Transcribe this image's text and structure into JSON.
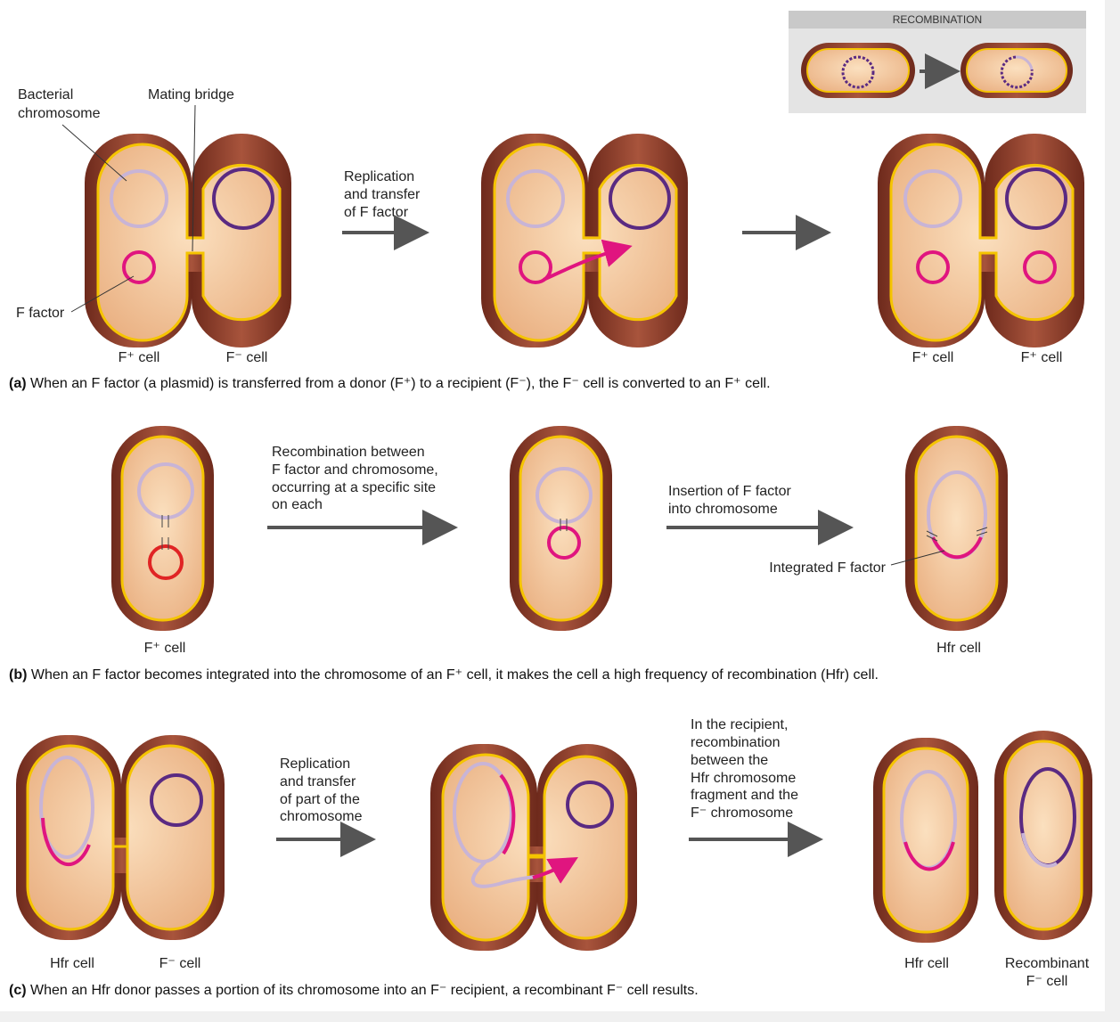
{
  "inset": {
    "title": "RECOMBINATION"
  },
  "panel_a": {
    "bacterial_chromosome_line1": "Bacterial",
    "bacterial_chromosome_line2": "chromosome",
    "mating_bridge": "Mating bridge",
    "f_factor": "F factor",
    "step1_line1": "Replication",
    "step1_line2": "and transfer",
    "step1_line3": "of F factor",
    "cell_fplus": "F⁺ cell",
    "cell_fminus": "F⁻ cell",
    "caption_letter": "(a)",
    "caption_text": " When an F factor (a plasmid) is transferred from a donor (F⁺) to a recipient (F⁻), the F⁻ cell is converted to an F⁺ cell."
  },
  "panel_b": {
    "step1_line1": "Recombination between",
    "step1_line2": "F factor and chromosome,",
    "step1_line3": "occurring at a specific site",
    "step1_line4": "on each",
    "step2_line1": "Insertion of F factor",
    "step2_line2": "into chromosome",
    "integrated": "Integrated F factor",
    "cell_fplus": "F⁺ cell",
    "cell_hfr": "Hfr cell",
    "caption_letter": "(b)",
    "caption_text": " When an F factor becomes integrated into the chromosome of an F⁺ cell, it makes the cell a high frequency of recombination (Hfr) cell."
  },
  "panel_c": {
    "step1_line1": "Replication",
    "step1_line2": "and transfer",
    "step1_line3": "of part of the",
    "step1_line4": "chromosome",
    "step2_line1": "In the recipient,",
    "step2_line2": "recombination",
    "step2_line3": "between the",
    "step2_line4": "Hfr chromosome",
    "step2_line5": "fragment and the",
    "step2_line6": "F⁻ chromosome",
    "cell_hfr": "Hfr cell",
    "cell_fminus": "F⁻ cell",
    "cell_recomb_line1": "Recombinant",
    "cell_recomb_line2": "F⁻ cell",
    "caption_letter": "(c)",
    "caption_text": " When an Hfr donor passes a portion of its chromosome into an F⁻ recipient, a recombinant F⁻ cell results."
  },
  "colors": {
    "cell_wall": "#8b3a28",
    "cytoplasm": "#f5c99a",
    "membrane": "#f5c400",
    "chromosome_light": "#c8b4d6",
    "chromosome_dark": "#5a2a82",
    "f_factor": "#e0157f",
    "f_factor_red": "#e02424",
    "arrow": "#555555"
  }
}
